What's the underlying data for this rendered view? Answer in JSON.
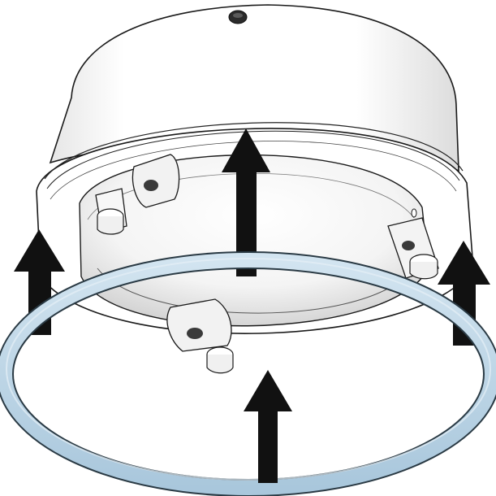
{
  "illustration": {
    "subject": "cylindrical-housing-with-o-ring",
    "gasket_color": "#b9d3e6",
    "gasket_outline_color": "#2a3a44",
    "arrow_color": "#111111",
    "body_fill_color": "#ffffff",
    "body_shadow_color": "#d9d9d9",
    "arrows": [
      {
        "name": "arrow-center-top",
        "direction": "up"
      },
      {
        "name": "arrow-left",
        "direction": "up"
      },
      {
        "name": "arrow-right",
        "direction": "up"
      },
      {
        "name": "arrow-bottom",
        "direction": "up"
      }
    ]
  }
}
